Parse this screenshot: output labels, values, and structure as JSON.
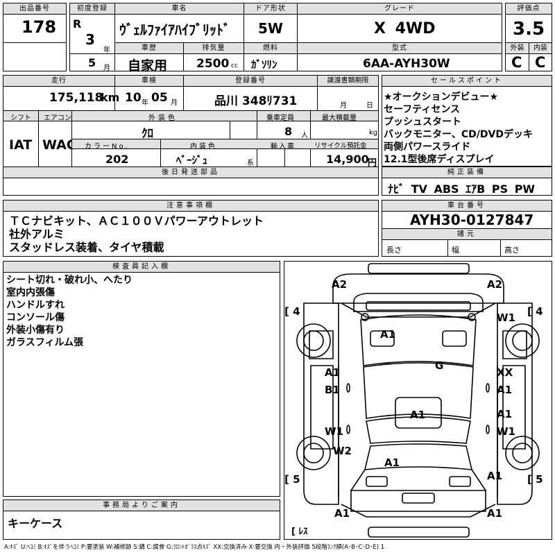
{
  "row1": {
    "lot_label": "出品番号",
    "lot": "178",
    "first_reg_label": "初度登録",
    "era": "R",
    "year": "3",
    "year_unit": "年",
    "month": "5",
    "month_unit": "月",
    "name_label": "車名",
    "name": "ｳﾞｪﾙﾌｧｲｱﾊｲﾌﾞﾘｯﾄﾞ",
    "door_label": "ドア形状",
    "door": "5W",
    "grade_label": "グレード",
    "grade": "X 4WD",
    "score_label": "評価点",
    "score": "3.5",
    "history_label": "車歴",
    "history": "自家用",
    "displacement_label": "排気量",
    "displacement": "2500",
    "cc": "cc",
    "fuel_label": "燃料",
    "fuel": "ｶﾞｿﾘﾝ",
    "model_label": "型式",
    "model": "6AA-AYH30W",
    "ext_label": "外装",
    "ext": "C",
    "int_label": "内装",
    "int": "C"
  },
  "row2": {
    "mileage_label": "走行",
    "mileage": "175,118",
    "km": "km",
    "inspection_label": "車検",
    "insp_year": "10",
    "insp_year_unit": "年",
    "insp_month": "05",
    "insp_month_unit": "月",
    "plate_label": "登録番号",
    "plate": "品川 348ﾘ731",
    "transfer_label": "譲渡書類期限",
    "transfer_month": "月",
    "transfer_day": "日",
    "shift_label": "シフト",
    "shift": "IAT",
    "ac_label": "エアコン",
    "ac": "WAC",
    "color_label": "外装色",
    "color": "ｸﾛ",
    "capacity_label": "乗車定員",
    "capacity": "8",
    "capacity_unit": "人",
    "load_label": "最大積載量",
    "load_unit": "kg",
    "color_no_label": "カラーNo.",
    "color_no": "202",
    "interior_label": "内装色",
    "interior": "ﾍﾞｰｼﾞｭ",
    "interior_unit": "系",
    "import_label": "輸入車",
    "recycle_label": "リサイクル預託金",
    "recycle": "14,900",
    "yen": "円"
  },
  "sales_points": {
    "label": "セールスポイント",
    "lines": [
      "★オークションデビュー★",
      "セーフティセンス",
      "プッシュスタート",
      "バックモニター、CD/DVDデッキ",
      "両側パワースライド",
      "12.1型後席ディスプレイ"
    ]
  },
  "equipment": {
    "label": "純正装備",
    "value": "ﾅﾋﾞ TV ABS ｴｱB PS PW"
  },
  "later_parts": {
    "label": "後日発送部品"
  },
  "notes": {
    "label": "注意事項欄",
    "lines": [
      "ＴＣナビキット、ＡＣ１００Ｖパワーアウトレット",
      "社外アルミ",
      "スタッドレス装着、タイヤ積載"
    ]
  },
  "chassis": {
    "label": "車台番号",
    "value": "AYH30-0127847"
  },
  "specs": {
    "label": "諸元",
    "length": "長さ",
    "width": "幅",
    "height": "高さ"
  },
  "inspector": {
    "label": "検査員記入欄",
    "lines": [
      "シート切れ・破れ小、へたり",
      "室内内張傷",
      "ハンドルすれ",
      "コンソール傷",
      "外装小傷有り",
      "ガラスフィルム張"
    ]
  },
  "office": {
    "label": "事務局よりご案内",
    "value": "キーケース"
  },
  "diagram": {
    "tire_fl": "4",
    "tire_fr": "4",
    "tire_rl": "5",
    "tire_rr": "5",
    "spare": "ﾚｽ",
    "marks": [
      "A2",
      "A2",
      "W1",
      "A1",
      "G",
      "A1",
      "B1",
      "XX",
      "A1",
      "A1",
      "A1",
      "W1",
      "W1",
      "W2",
      "A1",
      "A1",
      "A1",
      "A1"
    ]
  },
  "legend": "A:ｷｽﾞ U:ﾍｺﾐ B:ｷｽﾞを伴うﾍｺﾐ P:要塗装 W:補修跡 S:錆 C:腐食 G:ﾌﾛﾝﾄｶﾞﾗｽ点ｷｽﾞ XX:交換済み X:要交換 内・外装評価 5段階ﾗﾝｸ順(A･B･C･D･E) 1"
}
